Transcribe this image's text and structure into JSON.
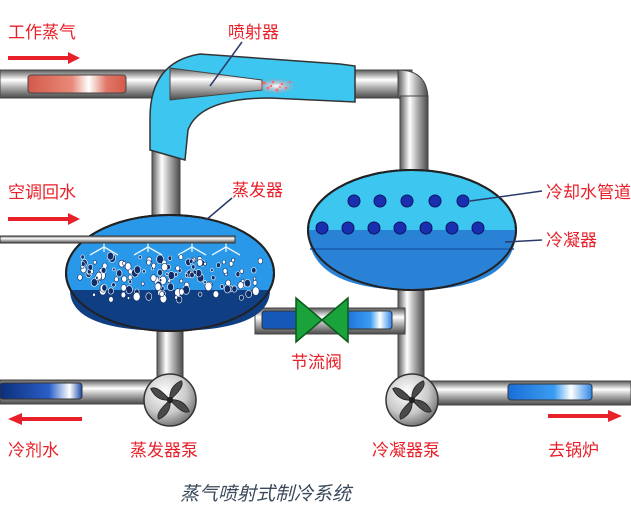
{
  "title": "蒸气喷射式制冷系统",
  "labels": {
    "working_steam": "工作蒸气",
    "ejector": "喷射器",
    "ac_return_water": "空调回水",
    "evaporator": "蒸发器",
    "cooling_water_pipe": "冷却水管道",
    "condenser": "冷凝器",
    "throttle_valve": "节流阀",
    "chilled_water": "冷剂水",
    "evaporator_pump": "蒸发器泵",
    "condenser_pump": "冷凝器泵",
    "to_boiler": "去锅炉"
  },
  "colors": {
    "label_red": "#e8202a",
    "flow_arrow": "#e8202a",
    "pipe_gray": "#a9a9a9",
    "steam_pipe": "#d9786a",
    "ejector_cyan": "#3cc6f0",
    "vessel_blue": "#2a82d6",
    "water_navy": "#123a7a",
    "valve_green": "#1aa33a",
    "tube_dot": "#1a2fb0"
  },
  "icons": {
    "pump": "centrifugal-pump-icon",
    "valve": "throttle-valve-icon",
    "arrow": "flow-arrow-icon"
  }
}
